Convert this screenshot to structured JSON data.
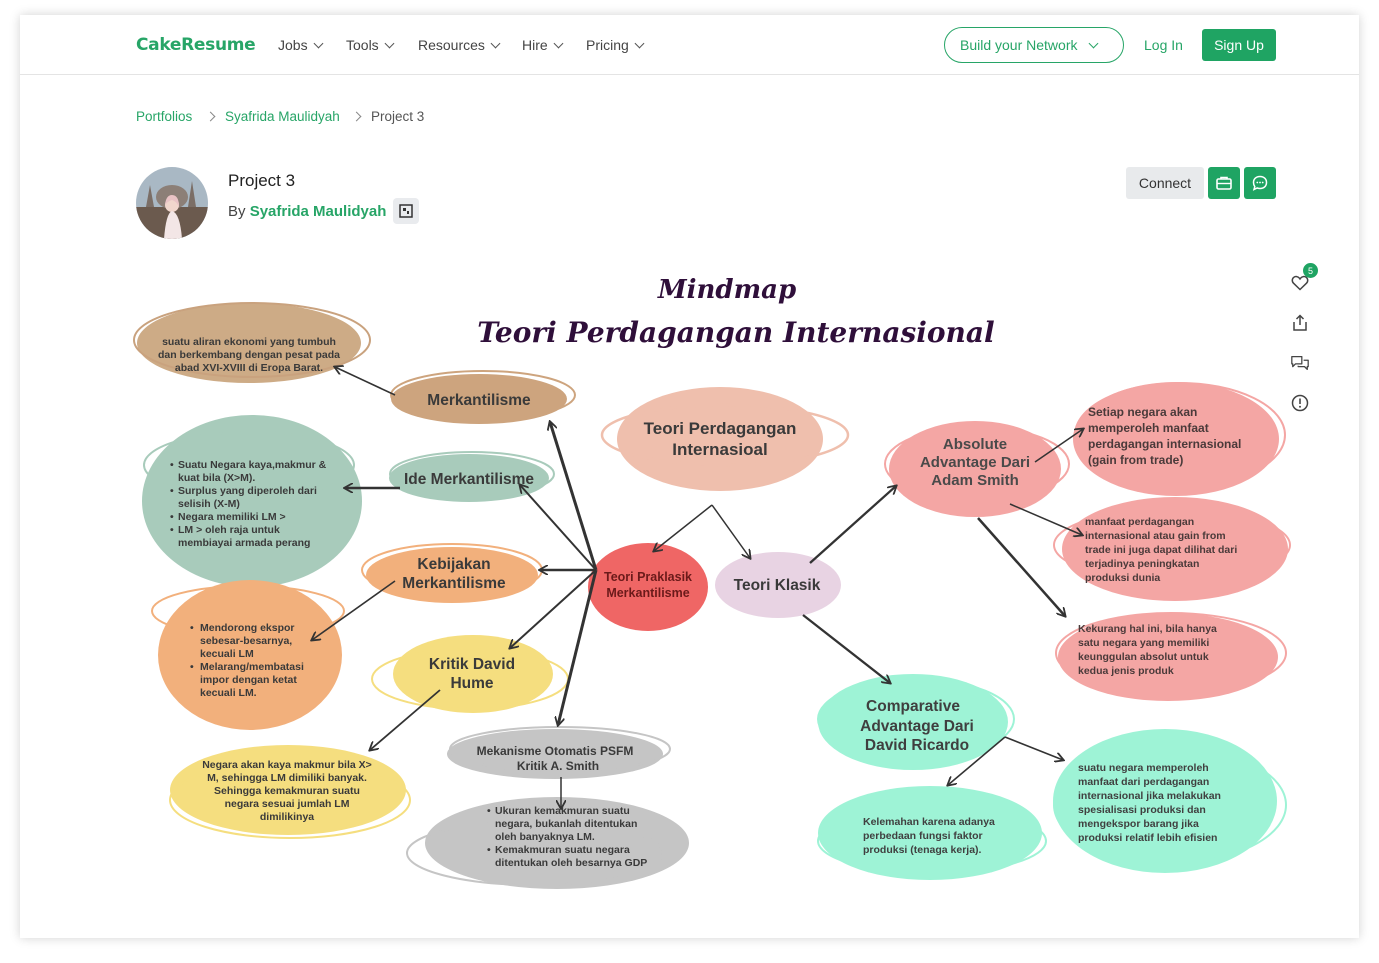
{
  "nav": {
    "logo": "CakeResume",
    "menu": [
      "Jobs",
      "Tools",
      "Resources",
      "Hire",
      "Pricing"
    ],
    "network_button": "Build your Network",
    "login": "Log In",
    "signup": "Sign Up"
  },
  "breadcrumb": [
    "Portfolios",
    "Syafrida Maulidyah",
    "Project 3"
  ],
  "project": {
    "title": "Project 3",
    "by": "By",
    "author": "Syafrida Maulidyah",
    "connect": "Connect"
  },
  "actions": {
    "like_count": "5"
  },
  "mindmap": {
    "title1": "Mindmap",
    "title2": "Teori  Perdagangan  Internasional",
    "center": [
      "Teori Perdagangan",
      "Internasioal"
    ],
    "praklasik": [
      "Teori Praklasik",
      "Merkantilisme"
    ],
    "klasik": "Teori Klasik",
    "merkantilisme": "Merkantilisme",
    "merk_desc": [
      "suatu aliran ekonomi yang tumbuh",
      "dan berkembang dengan pesat pada",
      "abad XVI-XVIII di Eropa Barat."
    ],
    "ide": "Ide Merkantilisme",
    "ide_desc": [
      "Suatu Negara kaya,makmur &",
      "kuat bila  (X>M).",
      "Surplus yang diperoleh dari",
      "selisih (X-M)",
      "Negara memiliki LM >",
      " LM > oleh raja untuk",
      "membiayai armada perang"
    ],
    "kebijakan": [
      "Kebijakan",
      "Merkantilisme"
    ],
    "kebijakan_desc": [
      "Mendorong ekspor",
      "sebesar-besarnya,",
      "kecuali LM",
      "Melarang/membatasi",
      "impor dengan ketat",
      "kecuali LM."
    ],
    "hume": [
      "Kritik David",
      "Hume"
    ],
    "hume_desc": [
      "Negara akan kaya makmur bila X>",
      "M, sehingga LM  dimiliki  banyak.",
      "Sehingga kemakmuran suatu",
      "negara sesuai jumlah LM",
      "dimilikinya"
    ],
    "psfm": [
      "Mekanisme Otomatis PSFM",
      "Kritik A. Smith"
    ],
    "psfm_desc": [
      "Ukuran kemakmuran suatu",
      "negara, bukanlah ditentukan",
      "oleh banyaknya LM.",
      "Kemakmuran suatu negara",
      "ditentukan oleh besarnya GDP"
    ],
    "absolute": [
      "Absolute",
      "Advantage Dari",
      "Adam Smith"
    ],
    "abs_desc1": [
      "Setiap negara akan",
      "memperoleh manfaat",
      "perdagangan internasional",
      "(gain from trade)"
    ],
    "abs_desc2": [
      "manfaat perdagangan",
      "internasional atau gain from",
      "trade ini juga dapat dilihat dari",
      "terjadinya peningkatan",
      "produksi dunia"
    ],
    "abs_desc3": [
      "Kekurang  hal ini, bila hanya",
      "satu negara yang memiliki",
      "keunggulan absolut untuk",
      "kedua jenis produk"
    ],
    "comparative": [
      "Comparative",
      "Advantage Dari",
      "David Ricardo"
    ],
    "comp_desc1": [
      "Kelemahan karena adanya",
      "perbedaan fungsi faktor",
      "produksi (tenaga kerja)."
    ],
    "comp_desc2": [
      "suatu negara memperoleh",
      "manfaat dari perdagangan",
      "internasional jika melakukan",
      "spesialisasi produksi dan",
      "mengekspor barang jika",
      "produksi relatif lebih efisien"
    ]
  }
}
